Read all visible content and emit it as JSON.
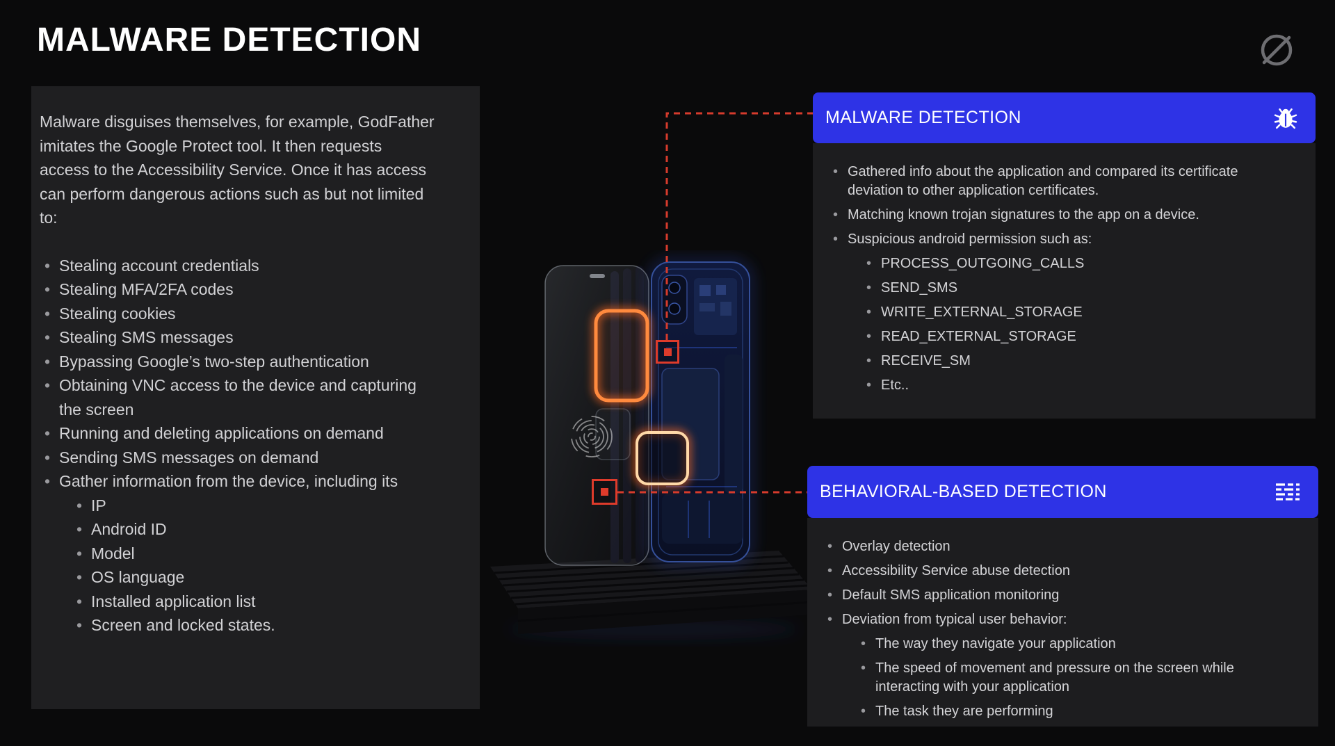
{
  "page": {
    "title": "MALWARE DETECTION"
  },
  "colors": {
    "background": "#0a0a0b",
    "panel_gray": "#1d1d1f",
    "accent_blue": "#2e33e6",
    "alert_orange": "#ff7a36",
    "connector_red": "#d63b2c"
  },
  "icons": {
    "logo": "slash-circle-logo",
    "malware_header": "bug-icon",
    "behavioral_header": "dashed-rows-icon"
  },
  "left_panel": {
    "intro": "Malware disguises themselves, for example, GodFather imitates the Google Protect tool. It then requests access to the Accessibility Service. Once it has access can perform dangerous actions such as but not limited to:",
    "bullets": [
      "Stealing account credentials",
      "Stealing MFA/2FA codes",
      "Stealing cookies",
      "Stealing SMS messages",
      "Bypassing Google’s two-step authentication",
      "Obtaining VNC access to the device and capturing the screen",
      "Running and deleting applications on demand",
      "Sending SMS messages on demand",
      "Gather information from the device, including its"
    ],
    "device_info": [
      "IP",
      "Android ID",
      "Model",
      "OS language",
      "Installed application list",
      "Screen and locked states."
    ]
  },
  "malware_panel": {
    "header": "MALWARE DETECTION",
    "bullets": [
      "Gathered info about the application and compared its certificate deviation to other application certificates.",
      "Matching known trojan signatures to the app on a device.",
      "Suspicious android permission such as:"
    ],
    "permissions": [
      "PROCESS_OUTGOING_CALLS",
      "SEND_SMS",
      "WRITE_EXTERNAL_STORAGE",
      "READ_EXTERNAL_STORAGE",
      "RECEIVE_SM",
      "Etc.."
    ]
  },
  "behavioral_panel": {
    "header": "BEHAVIORAL-BASED DETECTION",
    "bullets": [
      "Overlay detection",
      "Accessibility Service abuse detection",
      "Default SMS application monitoring",
      "Deviation from typical user behavior:"
    ],
    "sub_bullets": [
      "The way they navigate your application",
      "The speed of movement and pressure on the screen while interacting with your application",
      "The task they are performing"
    ]
  }
}
